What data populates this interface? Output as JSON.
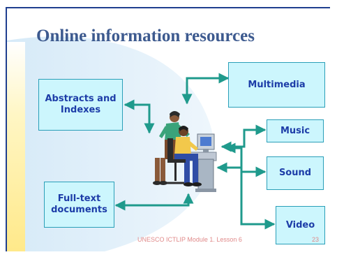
{
  "slide": {
    "title": "Online information resources",
    "footer": "UNESCO ICTLIP Module 1. Lesson 6",
    "page_number": "23"
  },
  "boxes": {
    "abstracts": "Abstracts and Indexes",
    "fulltext": "Full-text documents",
    "multimedia": "Multimedia",
    "music": "Music",
    "sound": "Sound",
    "video": "Video"
  },
  "colors": {
    "title": "#3d5a8f",
    "box_fill": "#ccf6fd",
    "box_border": "#2a9fb8",
    "box_text": "#1d3da8",
    "arrow": "#1f9a8c",
    "footer": "#e08a8a",
    "background_blob": "#dcecf8",
    "background_stripe": "#fff1a8"
  },
  "illustration": "people-at-computer-icon"
}
